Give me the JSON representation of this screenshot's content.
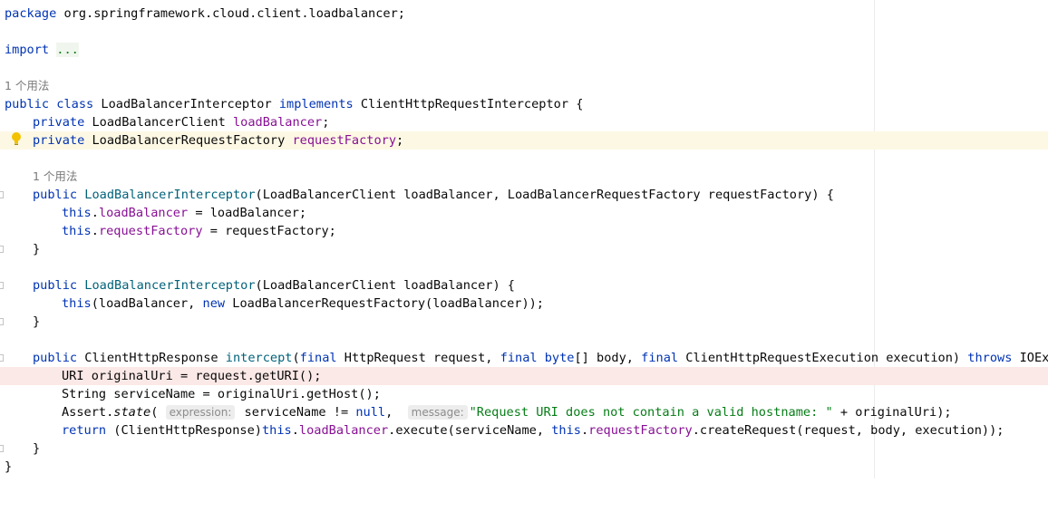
{
  "lines": {
    "pkg_kw": "package",
    "pkg_name": " org.springframework.cloud.client.loadbalancer;",
    "import_kw": "import",
    "import_fold": "...",
    "usage1": "1 个用法",
    "class_public": "public",
    "class_class": "class",
    "class_name": "LoadBalancerInterceptor",
    "class_implements": "implements",
    "class_iface": "ClientHttpRequestInterceptor {",
    "f1_private": "private",
    "f1_type": " LoadBalancerClient ",
    "f1_name": "loadBalancer",
    "f1_end": ";",
    "f2_private": "private",
    "f2_type": " LoadBalancerRequestFactory ",
    "f2_name": "requestFactory",
    "f2_end": ";",
    "usage2": "1 个用法",
    "c1_public": "public",
    "c1_name": "LoadBalancerInterceptor",
    "c1_params": "(LoadBalancerClient loadBalancer, LoadBalancerRequestFactory requestFactory) {",
    "c1_l1_this": "this",
    "c1_l1_field": "loadBalancer",
    "c1_l1_rest": " = loadBalancer;",
    "c1_l2_this": "this",
    "c1_l2_field": "requestFactory",
    "c1_l2_rest": " = requestFactory;",
    "close_brace": "}",
    "c2_public": "public",
    "c2_name": "LoadBalancerInterceptor",
    "c2_params": "(LoadBalancerClient loadBalancer) {",
    "c2_l1_this": "this",
    "c2_l1_a": "(loadBalancer, ",
    "c2_l1_new": "new",
    "c2_l1_b": " LoadBalancerRequestFactory(loadBalancer));",
    "m_public": "public",
    "m_type": " ClientHttpResponse ",
    "m_name": "intercept",
    "m_p1": "(",
    "m_final1": "final",
    "m_p2": " HttpRequest request, ",
    "m_final2": "final",
    "m_sp": " ",
    "m_byte": "byte",
    "m_p3": "[] body, ",
    "m_final3": "final",
    "m_p4": " ClientHttpRequestExecution execution) ",
    "m_throws": "throws",
    "m_p5": " IOExcep",
    "b1": "URI originalUri = request.getURI();",
    "b2": "String serviceName = originalUri.getHost();",
    "b3_a": "Assert.",
    "b3_state": "state",
    "b3_paren": "(",
    "b3_hint1": "expression:",
    "b3_b": " serviceName != ",
    "b3_null": "null",
    "b3_c": ", ",
    "b3_hint2": "message:",
    "b3_str": "\"Request URI does not contain a valid hostname: \"",
    "b3_d": " + originalUri);",
    "b4_return": "return",
    "b4_a": " (ClientHttpResponse)",
    "b4_this1": "this",
    "b4_dot1": ".",
    "b4_field1": "loadBalancer",
    "b4_b": ".execute(serviceName, ",
    "b4_this2": "this",
    "b4_dot2": ".",
    "b4_field2": "requestFactory",
    "b4_c": ".createRequest(request, body, execution));"
  },
  "colors": {
    "keyword": "#0033b3",
    "field": "#871094",
    "method": "#00627a",
    "string": "#067d17"
  },
  "icons": [
    "lightbulb-icon",
    "fold-marker-icon"
  ]
}
